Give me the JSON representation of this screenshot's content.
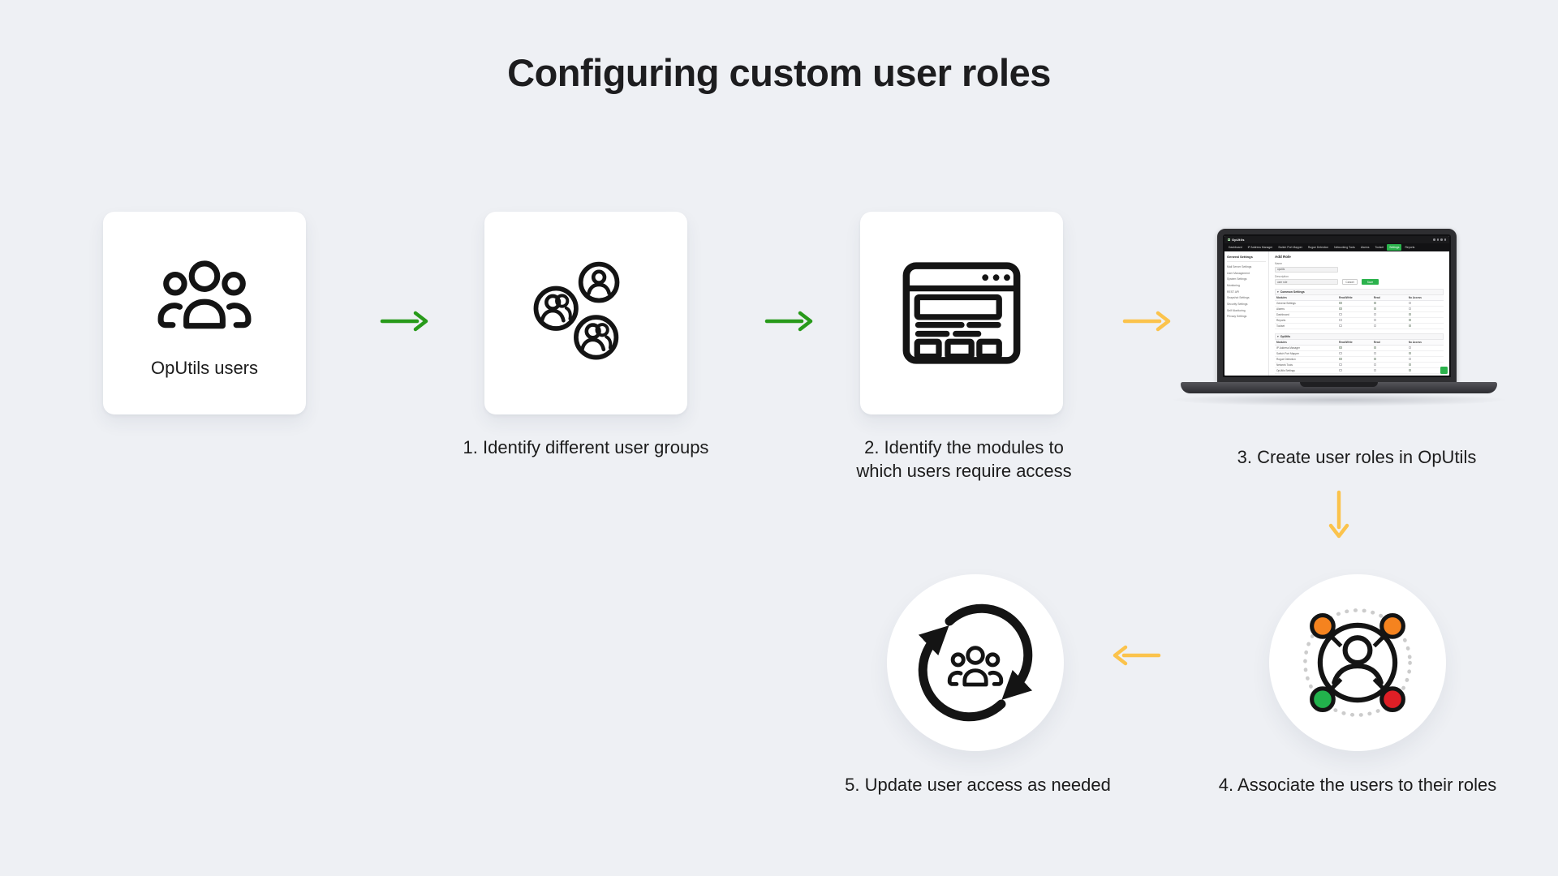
{
  "page": {
    "title": "Configuring custom user roles",
    "background": "#eef0f4"
  },
  "colors": {
    "green_arrow": "#289a1a",
    "amber_arrow": "#fbc34c",
    "dot_orange": "#f5831f",
    "dot_green": "#22b24c",
    "dot_red": "#df1f26",
    "lp_green": "#2bb24c",
    "card_bg": "#ffffff",
    "icon_stroke": "#141414"
  },
  "steps": {
    "source": {
      "label": "OpUtils users",
      "icon": "users-group-icon"
    },
    "step1": {
      "label": "1. Identify different user groups",
      "icon": "user-groups-icon"
    },
    "step2": {
      "lines": [
        "2. Identify the modules to",
        "which users require access"
      ],
      "icon": "browser-window-icon"
    },
    "step3": {
      "label": "3. Create user roles in OpUtils",
      "icon": "laptop-oputils-screenshot"
    },
    "step4": {
      "label": "4. Associate the users to their roles",
      "icon": "user-role-network-icon"
    },
    "step5": {
      "label": "5. Update user access as needed",
      "icon": "sync-users-icon"
    }
  },
  "laptop_screen": {
    "brand": "OpUtils",
    "nav_tabs": [
      "Dashboard",
      "IP Address Manager",
      "Switch Port Mapper",
      "Rogue Detection",
      "Networking Tools",
      "Alarms",
      "Toolset",
      "Settings",
      "Reports"
    ],
    "active_tab": "Settings",
    "sidebar_heading": "General Settings",
    "sidebar_items": [
      "Mail Server Settings",
      "User Management",
      "System Settings",
      "Monitoring",
      "REST API",
      "Snapshot Settings",
      "Security Settings",
      "Self Monitoring",
      "Privacy Settings"
    ],
    "form": {
      "title": "Add Role",
      "name_label": "Name",
      "name_value": "oputils",
      "description_label": "Description",
      "description_value": "user role",
      "cancel_label": "Cancel",
      "save_label": "Save"
    },
    "sections": [
      {
        "title": "Common Settings",
        "columns": [
          "Modules",
          "Read/Write",
          "Read",
          "No Access"
        ],
        "rows": [
          {
            "name": "General Settings",
            "checks": [
              true,
              true,
              false
            ]
          },
          {
            "name": "Alarms",
            "checks": [
              true,
              true,
              false
            ]
          },
          {
            "name": "Dashboard",
            "checks": [
              false,
              false,
              true
            ]
          },
          {
            "name": "Reports",
            "checks": [
              false,
              false,
              true
            ]
          },
          {
            "name": "Toolset",
            "checks": [
              false,
              false,
              true
            ]
          }
        ]
      },
      {
        "title": "OpUtils",
        "columns": [
          "Modules",
          "Read/Write",
          "Read",
          "No Access"
        ],
        "rows": [
          {
            "name": "IP Address Manager",
            "checks": [
              true,
              true,
              false
            ]
          },
          {
            "name": "Switch Port Mapper",
            "checks": [
              false,
              false,
              true
            ]
          },
          {
            "name": "Rogue Detection",
            "checks": [
              true,
              true,
              false
            ]
          },
          {
            "name": "Network Tools",
            "checks": [
              false,
              false,
              true
            ]
          },
          {
            "name": "OpUtils Settings",
            "checks": [
              false,
              false,
              true
            ]
          }
        ]
      }
    ]
  }
}
